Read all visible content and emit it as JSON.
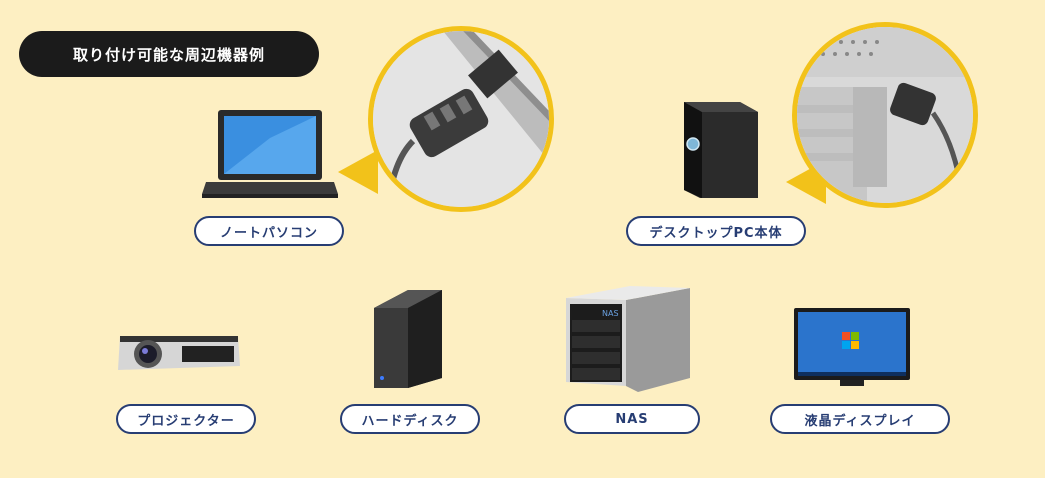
{
  "header": {
    "title": "取り付け可能な周辺機器例"
  },
  "devices": [
    {
      "label": "ノートパソコン"
    },
    {
      "label": "デスクトップPC本体"
    },
    {
      "label": "プロジェクター"
    },
    {
      "label": "ハードディスク"
    },
    {
      "label": "NAS"
    },
    {
      "label": "液晶ディスプレイ"
    }
  ],
  "nas_front_text": "NAS",
  "colors": {
    "background": "#fdefc2",
    "accent": "#f2c21a",
    "label_border": "#273d73",
    "badge": "#1b1b1b"
  }
}
